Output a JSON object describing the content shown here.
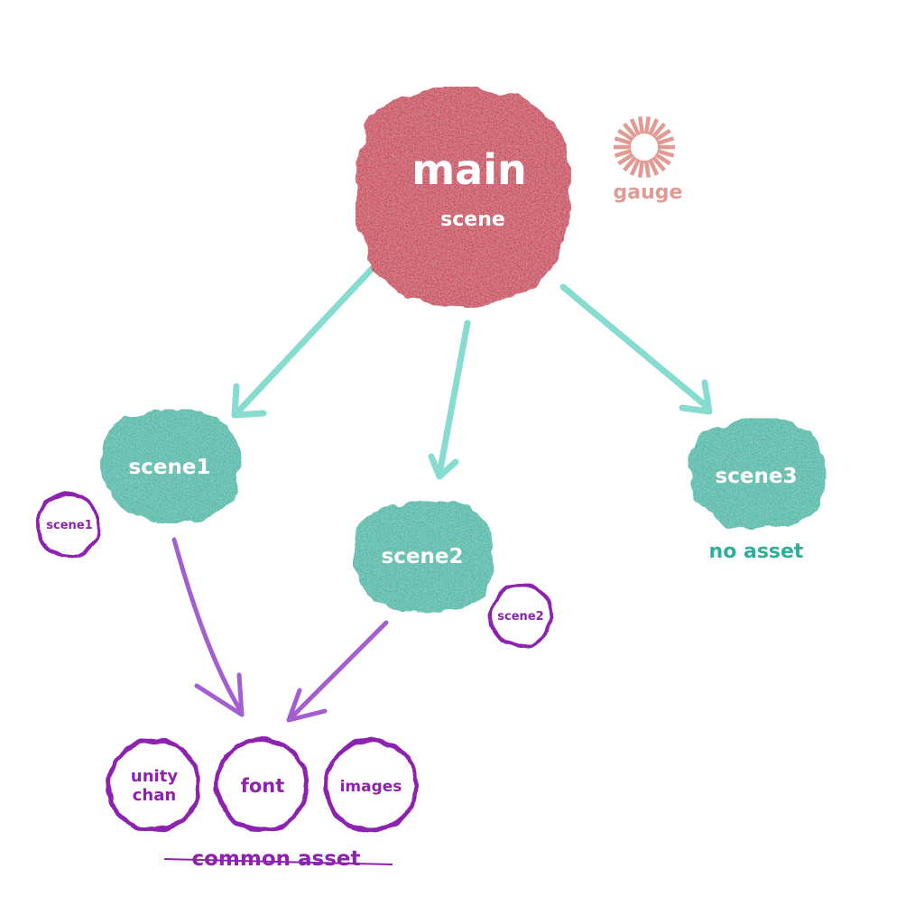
{
  "colors": {
    "main_node": "#c7344f",
    "scene_node": "#38b8a5",
    "scene_arrow": "#86dccf",
    "asset_purple": "#8e22b0",
    "asset_arrow": "#a35fd0",
    "gauge": "#e19a94",
    "note_teal": "#2fae9c"
  },
  "main": {
    "title": "main",
    "subtitle": "scene"
  },
  "gauge": {
    "icon": "gauge-icon",
    "label": "gauge"
  },
  "scenes": [
    {
      "label": "scene1",
      "bundle_label": "scene1"
    },
    {
      "label": "scene2",
      "bundle_label": "scene2"
    },
    {
      "label": "scene3",
      "note": "no asset"
    }
  ],
  "common_assets": {
    "caption": "common asset",
    "items": [
      {
        "line1": "unity",
        "line2": "chan"
      },
      {
        "line1": "font"
      },
      {
        "line1": "images"
      }
    ]
  }
}
